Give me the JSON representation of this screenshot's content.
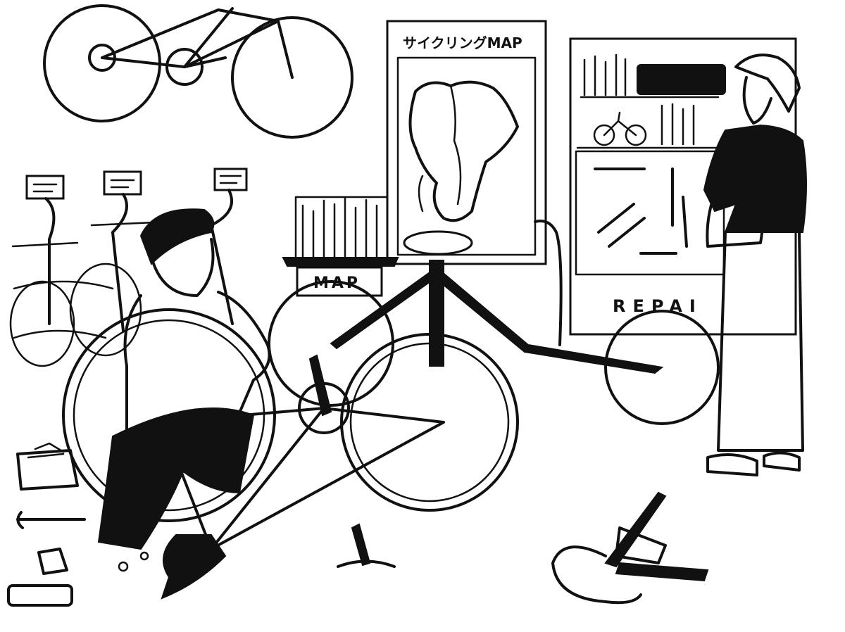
{
  "illustration": {
    "background": "#ffffff",
    "ink": "#111111",
    "map_board_title": "サイクリングMAP",
    "basket_sign": "MAP",
    "cart_sign": "REPAI"
  }
}
